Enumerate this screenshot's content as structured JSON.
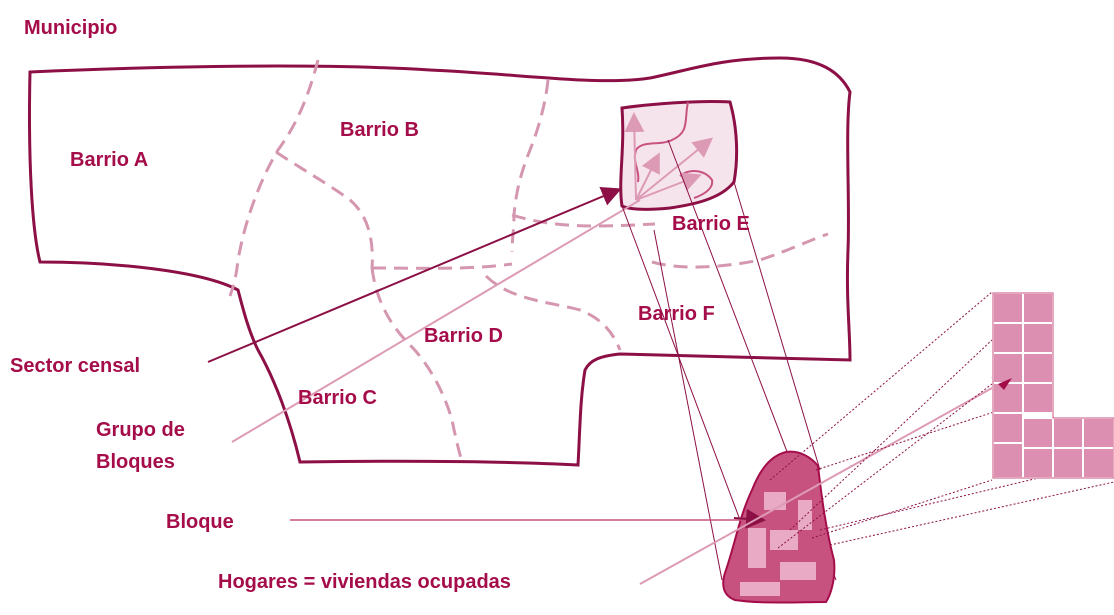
{
  "title": "Municipio",
  "barrios": [
    "Barrio A",
    "Barrio B",
    "Barrio C",
    "Barrio D",
    "Barrio E",
    "Barrio F"
  ],
  "callouts": {
    "sector": "Sector censal",
    "grupo_line1": "Grupo de",
    "grupo_line2": "Bloques",
    "bloque": "Bloque",
    "hogares": "Hogares = viviendas ocupadas"
  },
  "colors": {
    "text": "#a50d4a",
    "outline": "#8c1045",
    "dashed": "#d596b0",
    "fill_light": "#f6e4ec",
    "fill_block": "#c8527f",
    "grid_fill": "#dc8fb1"
  }
}
